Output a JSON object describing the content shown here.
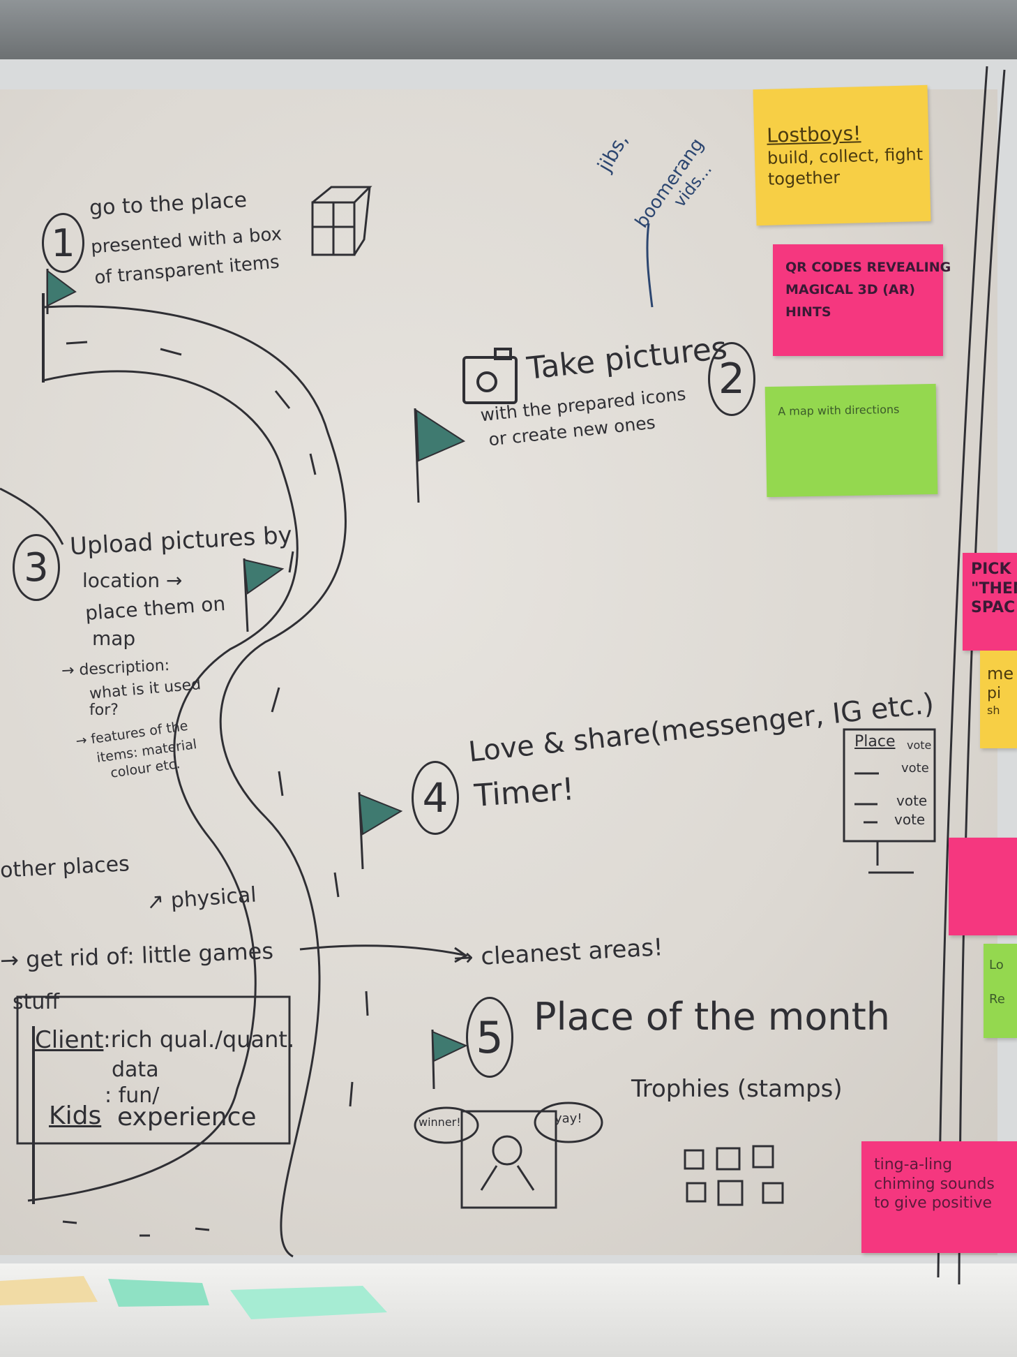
{
  "colors": {
    "marker": "#2f2f34",
    "marker_blue": "#2c4670",
    "flag": "#3f7a70",
    "yellow": "#f7cf45",
    "pink": "#f5377f",
    "green": "#94d84f"
  },
  "steps": [
    {
      "number": "1",
      "lines": [
        "go to the place",
        "presented with a box",
        "of transparent items"
      ]
    },
    {
      "number": "2",
      "title": "Take pictures",
      "lines": [
        "with the prepared icons",
        "or create new ones"
      ]
    },
    {
      "number": "3",
      "title": "Upload pictures by",
      "lines": [
        "location →",
        "place them on",
        "map"
      ],
      "notes": [
        "→ description:",
        "what is it used",
        "for?",
        "→ features of the",
        "items: material",
        "colour etc."
      ]
    },
    {
      "number": "4",
      "lines": [
        "Love & share(messenger, IG etc.)",
        "Timer!"
      ]
    },
    {
      "number": "5",
      "title": "Place of the month",
      "subtitle": "Trophies (stamps)"
    }
  ],
  "side_note": [
    "jibs,",
    "boomerang",
    "vids..."
  ],
  "left_notes": {
    "other_places": "other places",
    "physical": "↗ physical",
    "get_rid": "→ get rid of: little games",
    "stuff": "stuff",
    "cleanest": "→ cleanest areas!"
  },
  "client_box": {
    "client_label": "Client",
    "client_value": ":rich qual./quant.",
    "client_value2": "data",
    "kids_label": "Kids",
    "kids_value": ": fun/",
    "kids_value2": "experience"
  },
  "vote_sketch": {
    "header": "Place",
    "rows": [
      "vote",
      "vote",
      "vote",
      "vote"
    ]
  },
  "drawing_bubbles": [
    "winner!",
    "yay!"
  ],
  "stickies": {
    "lostboys": [
      "Lostboys!",
      "build, collect, fight",
      "together"
    ],
    "qr": [
      "QR CODES REVEALING",
      "MAGICAL 3D (AR)",
      "HINTS"
    ],
    "map": [
      "A map with directions"
    ],
    "ting": [
      "ting-a-ling",
      "chiming sounds",
      "to give positive"
    ],
    "edge_pink_1": [
      "PICK",
      "\"THEM",
      "SPAC"
    ],
    "edge_yellow": [
      "me",
      "pi",
      "sh"
    ],
    "edge_green": [
      "Lo",
      "Re"
    ]
  }
}
